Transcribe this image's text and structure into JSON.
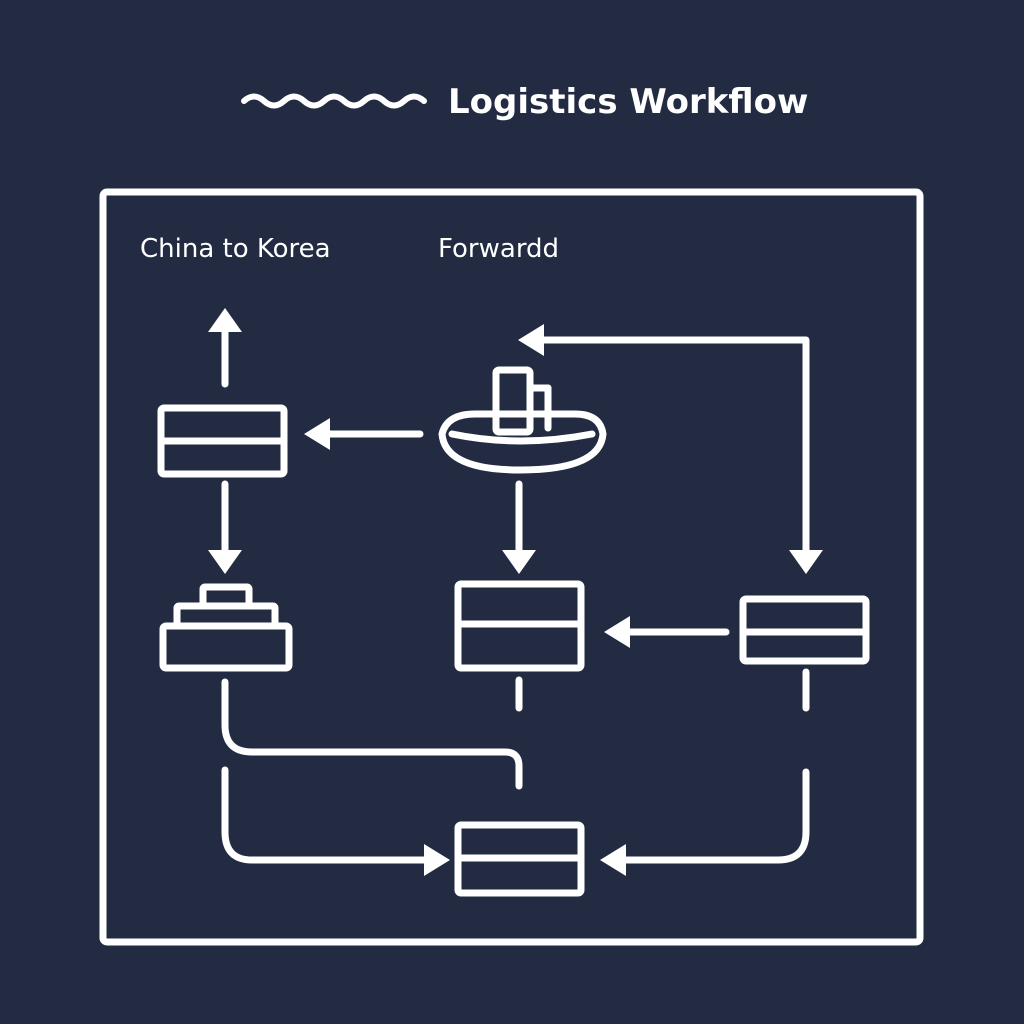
{
  "title": "Logistics Workflow",
  "labels": {
    "left": "China to Korea",
    "right": "Forwardd"
  },
  "colors": {
    "background": "#222b41",
    "stroke": "#ffffff"
  },
  "icons": {
    "title_decoration": "wave-icon",
    "ship": "ship-icon",
    "warehouse": "warehouse-icon"
  }
}
